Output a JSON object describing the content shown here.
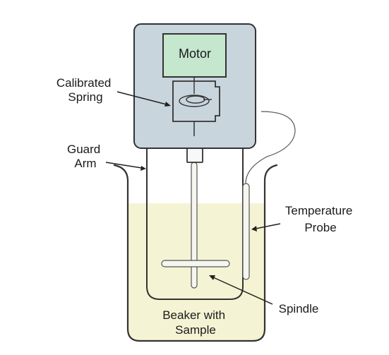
{
  "labels": {
    "motor": "Motor",
    "calibrated_spring": [
      "Calibrated",
      "Spring"
    ],
    "guard_arm": [
      "Guard",
      "Arm"
    ],
    "temperature_probe": [
      "Temperature",
      "Probe"
    ],
    "spindle": "Spindle",
    "beaker_with_sample": [
      "Beaker with",
      "Sample"
    ]
  },
  "colors": {
    "housing_fill": "#c9d5dd",
    "motor_fill": "#c4e7ce",
    "sample_fill": "#f4f4d4",
    "outline": "#333333",
    "background": "#ffffff"
  }
}
